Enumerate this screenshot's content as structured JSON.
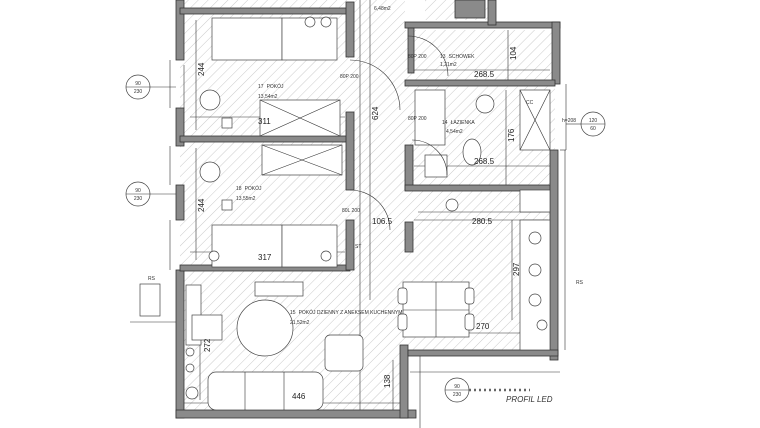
{
  "rooms": [
    {
      "number": "17",
      "name": "POKÓJ",
      "area": "13,54m2"
    },
    {
      "number": "18",
      "name": "POKÓJ",
      "area": "13,55m2"
    },
    {
      "number": "13",
      "name": "SCHOWEK",
      "area": "1,21m2"
    },
    {
      "number": "14",
      "name": "ŁAZIENKA",
      "area": "4,54m2"
    },
    {
      "number": "15",
      "name": "POKÓJ DZIENNY Z ANEKSEM KUCHENNYM",
      "area": "21,52m2"
    }
  ],
  "top_area": "6,48m2",
  "dimensions": [
    "244",
    "311",
    "244",
    "317",
    "268.5",
    "104",
    "268.5",
    "176",
    "280.5",
    "297",
    "270",
    "106.5",
    "272",
    "138",
    "446",
    "624"
  ],
  "doors": [
    "80P 200",
    "80P 200",
    "80P 200",
    "80L 200"
  ],
  "window_tags": [
    {
      "top": "90",
      "bottom": "230"
    },
    {
      "top": "90",
      "bottom": "230"
    },
    {
      "top": "120",
      "bottom": "60"
    },
    {
      "top": "90",
      "bottom": "230"
    }
  ],
  "h_label": "h=208",
  "rs_label": "RS",
  "cc_label": "CC",
  "st_label": "ST",
  "profil_label": "PROFIL LED"
}
